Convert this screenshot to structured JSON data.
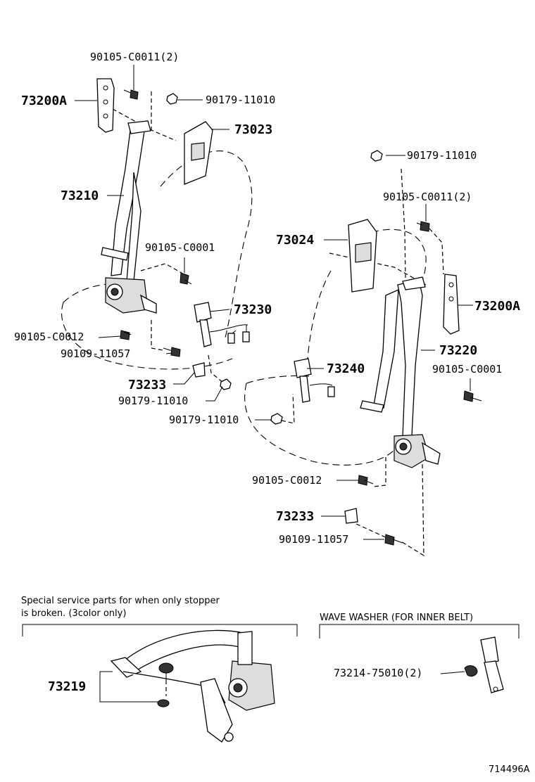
{
  "labels": {
    "p1": "90105-C0011(2)",
    "p2": "73200A",
    "p3": "90179-11010",
    "p4": "73023",
    "p5": "90179-11010",
    "p6": "90105-C0011(2)",
    "p7": "73210",
    "p8": "73024",
    "p9": "90105-C0001",
    "p10": "73200A",
    "p11": "73230",
    "p12": "73220",
    "p13": "90105-C0012",
    "p14": "90109-11057",
    "p15": "90105-C0001",
    "p16": "73240",
    "p17": "73233",
    "p18": "90179-11010",
    "p19": "90179-11010",
    "p20": "90105-C0012",
    "p21": "73233",
    "p22": "90109-11057",
    "p23": "73219",
    "p24": "73214-75010(2)"
  },
  "notes": {
    "special_line1": "Special service parts for when only stopper",
    "special_line2": " is broken. (3color only)",
    "wave_washer": "WAVE WASHER (FOR INNER BELT)",
    "diagram_id": "714496A"
  }
}
